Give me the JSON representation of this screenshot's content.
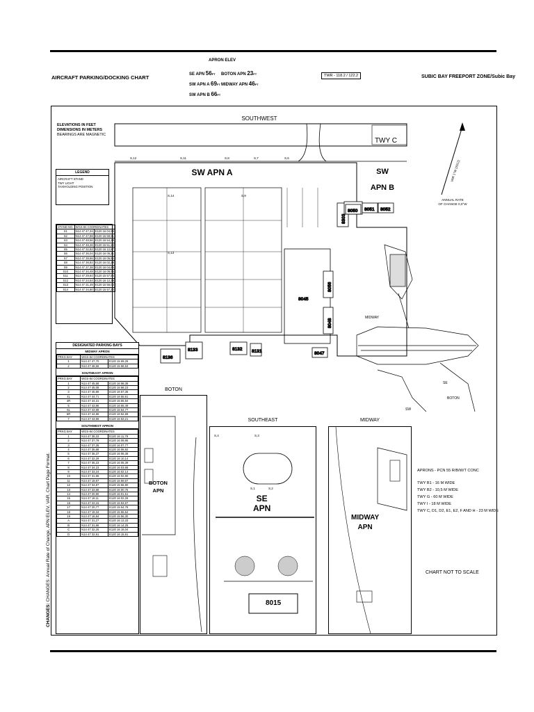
{
  "header": {
    "title": "AIRCRAFT PARKING/DOCKING CHART",
    "apron_elev_title": "APRON ELEV",
    "elevations": [
      {
        "name": "SE APN",
        "value": "56",
        "unit": "FT"
      },
      {
        "name": "SW APN A",
        "value": "69",
        "unit": "FT"
      },
      {
        "name": "SW APN B",
        "value": "66",
        "unit": "FT"
      },
      {
        "name": "BOTON APN",
        "value": "23",
        "unit": "FT"
      },
      {
        "name": "MIDWAY APN",
        "value": "46",
        "unit": "FT"
      }
    ],
    "twr": "TWR - 118.2 / 122.2",
    "location": "SUBIC BAY FREEPORT ZONE/Subic Bay"
  },
  "notes": {
    "elevations": "ELEVATIONS IN FEET",
    "dimensions": "DIMENSIONS IN METERS",
    "bearings": "BEARINGS ARE MAGNETIC"
  },
  "legend": {
    "title": "LEGEND",
    "items": [
      "AIRCRAFT STAND",
      "TWY LIGHT",
      "TAXIHOLDING POSITION"
    ]
  },
  "sw_stand_table": {
    "col1": "STAND NO.",
    "col2": "WGS-84 COORDINATES",
    "rows": [
      [
        "S1",
        "N14 47 47,34",
        "E120 16 04,95"
      ],
      [
        "S2",
        "N14 47 47,88",
        "E120 15 59,91"
      ],
      [
        "S3",
        "N14 47 48,56",
        "E120 16 54,28"
      ],
      [
        "S4",
        "N14 47 48,26",
        "E120 15 51,23"
      ],
      [
        "S5",
        "N14 47 32,82",
        "E120 16 12,87"
      ],
      [
        "S6",
        "N14 47 36,04",
        "E120 16 06,21"
      ],
      [
        "S7",
        "N14 47 39,66",
        "E120 16 06,52"
      ],
      [
        "S8",
        "N14 47 38,82",
        "E120 16 02,28"
      ],
      [
        "S9",
        "N14 47 37,38",
        "E120 16 04,65"
      ],
      [
        "S10",
        "N14 47 34,48",
        "E120 16 09,95"
      ],
      [
        "S11",
        "N14 47 29,84",
        "E120 15 57,54"
      ],
      [
        "S12",
        "N14 47 24,54",
        "E120 16 12,38"
      ],
      [
        "S13",
        "N14 47 31,49",
        "E120 15 56,03"
      ],
      [
        "S14",
        "N14 47 34,80",
        "E120 15 57,20"
      ]
    ]
  },
  "parking_bays": {
    "title": "DESIGNATED PARKING BAYS",
    "col1": "PRKG BAY",
    "col2": "WGS-84 COORDINATES",
    "midway": {
      "title": "MIDWAY APRON",
      "rows": [
        [
          "1",
          "N14 47 47,70",
          "E120 15 59,28"
        ],
        [
          "2",
          "N14 47 48,56",
          "E120 15 58,53"
        ]
      ]
    },
    "southeast": {
      "title": "SOUTHEAST APRON",
      "rows": [
        [
          "1",
          "N14 47 45,58",
          "E120 16 58,38"
        ],
        [
          "2",
          "N14 47 45,08",
          "E120 16 58,23"
        ],
        [
          "3",
          "N14 47 45,86",
          "E120 16 57,36"
        ],
        [
          "4L",
          "N14 47 44,71",
          "E120 16 55,61"
        ],
        [
          "4R",
          "N14 47 44,31",
          "E120 16 55,94"
        ],
        [
          "5",
          "N14 47 43,86",
          "E120 16 55,49"
        ],
        [
          "6L",
          "N14 47 43,98",
          "E120 16 54,77"
        ],
        [
          "6R",
          "N14 47 44,86",
          "E120 16 52,59"
        ],
        [
          "7",
          "N14 47 43,96",
          "E120 16 53,21"
        ]
      ]
    },
    "southwest": {
      "title": "SOUTHWEST APRON",
      "rows": [
        [
          "1",
          "N14 47 38,33",
          "E120 16 11,79"
        ],
        [
          "2",
          "N14 47 37,79",
          "E120 16 09,95"
        ],
        [
          "3",
          "N14 47 37,35",
          "E120 16 07,77"
        ],
        [
          "4",
          "N14 47 35,88",
          "E120 16 06,92"
        ],
        [
          "5",
          "N14 47 36,37",
          "E120 16 06,38"
        ],
        [
          "6",
          "N14 47 32,29",
          "E120 16 10,14"
        ],
        [
          "7",
          "N14 47 35,23",
          "E120 16 05,39"
        ],
        [
          "8",
          "N14 47 34,23",
          "E120 16 03,68"
        ],
        [
          "9",
          "N14 47 33,24",
          "E120 16 02,14"
        ],
        [
          "10",
          "N14 47 31,86",
          "E120 16 02,90"
        ],
        [
          "11",
          "N14 47 19,87",
          "E120 15 59,67"
        ],
        [
          "12",
          "N14 47 34,87",
          "E120 15 56,90"
        ],
        [
          "13",
          "N14 47 33,88",
          "E120 16 00,75"
        ],
        [
          "14",
          "N14 47 20,90",
          "E120 16 01,51"
        ],
        [
          "15",
          "N14 47 18,11",
          "E120 16 02,28"
        ],
        [
          "16",
          "N14 47 22,15",
          "E120 15 53,57"
        ],
        [
          "17",
          "N14 47 20,77",
          "E120 15 54,78"
        ],
        [
          "18",
          "N14 47 19,34",
          "E120 15 55,54"
        ],
        [
          "19",
          "N14 47 16,84",
          "E120 15 56,30"
        ],
        [
          "A",
          "N14 47 31,27",
          "E120 16 13,33"
        ],
        [
          "B",
          "N14 47 31,86",
          "E120 16 14,25"
        ],
        [
          "C",
          "N14 47 32,25",
          "E120 16 15,04"
        ],
        [
          "D",
          "N14 47 32,91",
          "E120 16 15,91"
        ]
      ]
    }
  },
  "map": {
    "southwest_label": "SOUTHWEST",
    "twy_c": "TWY C",
    "sw_apn_a": "SW APN A",
    "sw_apn_b_1": "SW",
    "sw_apn_b_2": "APN B",
    "annual_rate_1": "ANNUAL RATE",
    "annual_rate_2": "OF CHANGE 0,0°W",
    "var_text": "VAR 1°W (2012)",
    "buildings": [
      "8050",
      "8051",
      "8052",
      "8303",
      "8045",
      "8056",
      "8048",
      "8047",
      "8133",
      "8132",
      "8131",
      "8136"
    ],
    "stand_labels": [
      "S,12",
      "S,11",
      "S,8",
      "S,7",
      "S,6",
      "S,14",
      "S,9",
      "S,13"
    ],
    "midway_label": "MIDWAY",
    "se_label": "SE",
    "boton_label": "BOTON",
    "sw_label": "SW"
  },
  "insets": {
    "boton": {
      "title": "BOTON",
      "apn_1": "BOTON",
      "apn_2": "APN"
    },
    "southeast": {
      "title": "SOUTHEAST",
      "apn_1": "SE",
      "apn_2": "APN",
      "building": "8015",
      "stands": [
        "S,4",
        "S,3",
        "S,1",
        "S,2"
      ]
    },
    "midway": {
      "title": "MIDWAY",
      "apn_1": "MIDWAY",
      "apn_2": "APN"
    }
  },
  "info": {
    "lines": [
      "APRONS - PCN 55 R/B/W/T CONC",
      "TWY B1 - 16 M WIDE",
      "TWY B2 - 10,5 M WIDE",
      "TWY G - 60 M WIDE",
      "TWY I - 18 M WIDE",
      "TWY C, D1, D2, E1, E2, F AND H - 23 M WIDE"
    ],
    "not_to_scale": "CHART NOT TO SCALE"
  },
  "changes": "CHANGES: Annual Rate of Change, APN ELEV, VAR, Chart Page Format."
}
